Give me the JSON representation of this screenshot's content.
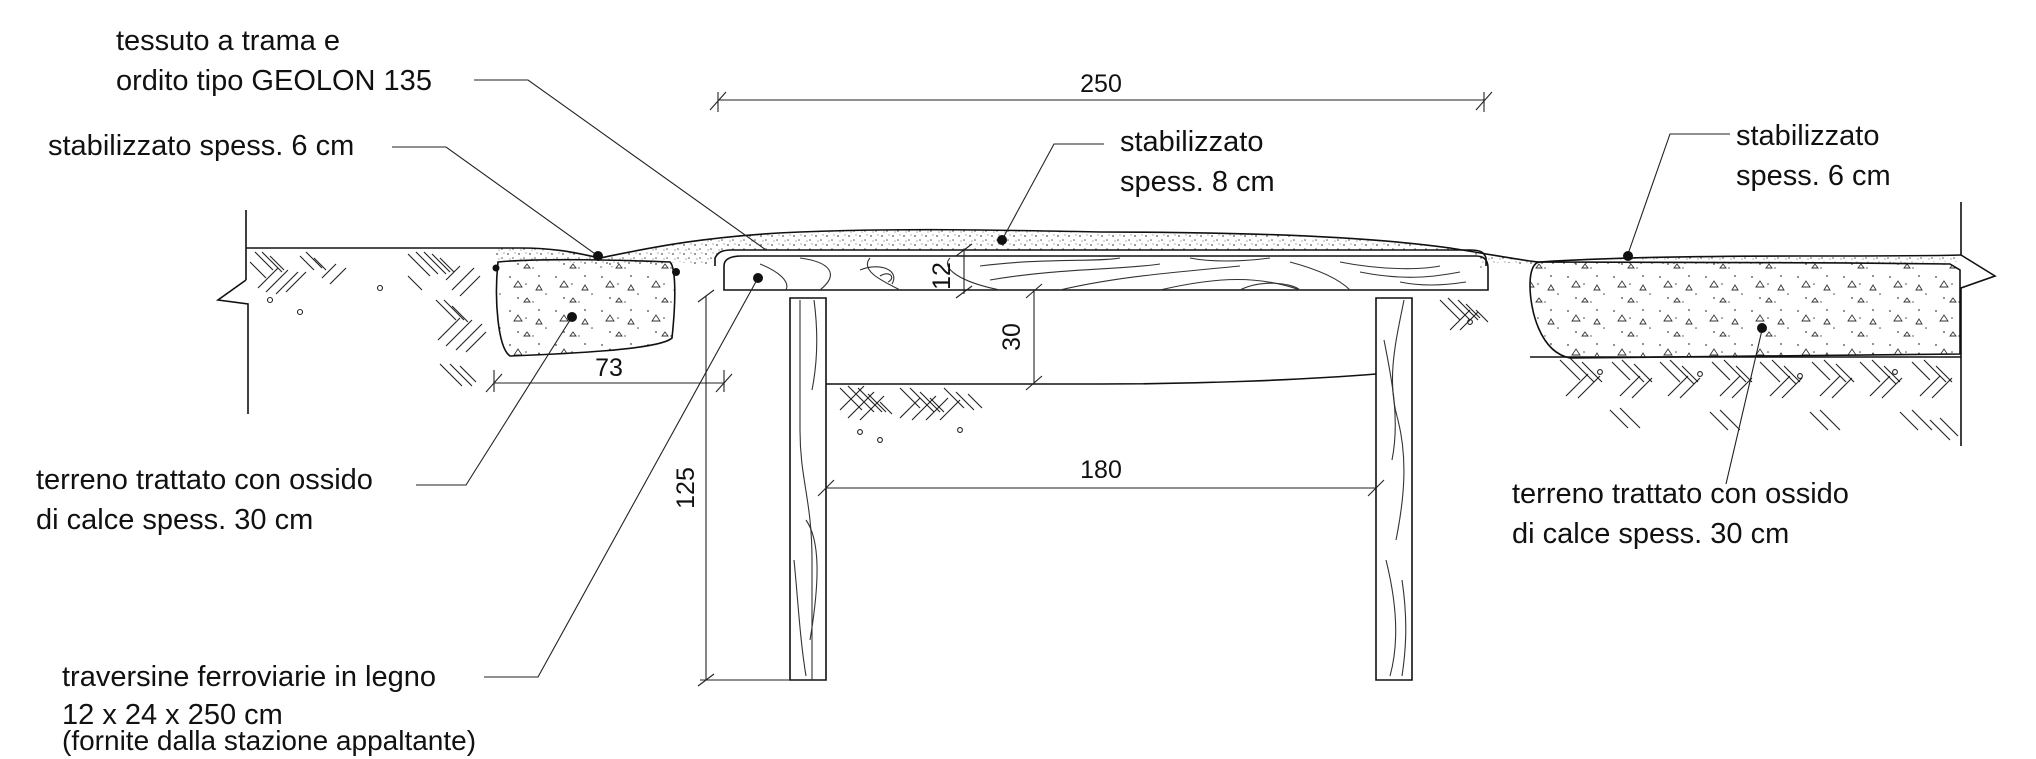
{
  "labels": {
    "fabric_l1": "tessuto a trama e",
    "fabric_l2": "ordito tipo GEOLON 135",
    "stab_left": "stabilizzato spess. 6 cm",
    "stab_center_l1": "stabilizzato",
    "stab_center_l2": "spess. 8 cm",
    "stab_right_l1": "stabilizzato",
    "stab_right_l2": "spess. 6 cm",
    "soil_left_l1": "terreno trattato con ossido",
    "soil_left_l2": "di calce spess. 30 cm",
    "soil_right_l1": "terreno trattato con ossido",
    "soil_right_l2": "di calce spess. 30 cm",
    "sleeper_l1": "traversine ferroviarie in legno",
    "sleeper_l2": "12 x 24 x 250 cm",
    "sleeper_l3": "(fornite dalla stazione appaltante)"
  },
  "dimensions": {
    "deck_width": "250",
    "sleeper_thickness": "12",
    "beam_depth": "30",
    "offset_left": "73",
    "pile_spacing": "180",
    "pile_depth": "125"
  },
  "colors": {
    "line": "#111111",
    "background": "#ffffff"
  }
}
